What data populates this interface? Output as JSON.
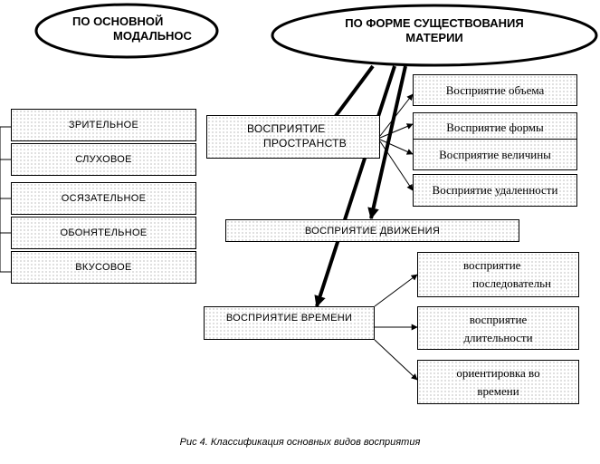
{
  "ellipses": {
    "modality": {
      "line1": "ПО ОСНОВНОЙ",
      "line2": "МОДАЛЬНОС"
    },
    "matter": {
      "line1": "ПО ФОРМЕ СУЩЕСТВОВАНИЯ",
      "line2": "МАТЕРИИ"
    }
  },
  "modality_items": [
    "ЗРИТЕЛЬНОЕ",
    "СЛУХОВОЕ",
    "ОСЯЗАТЕЛЬНОЕ",
    "ОБОНЯТЕЛЬНОЕ",
    "ВКУСОВОЕ"
  ],
  "space": {
    "line1": "ВОСПРИЯТИЕ",
    "line2": "ПРОСТРАНСТВ",
    "items": [
      "Восприятие объема",
      "Восприятие формы",
      "Восприятие величины",
      "Восприятие удаленности"
    ]
  },
  "motion": {
    "label": "ВОСПРИЯТИЕ ДВИЖЕНИЯ"
  },
  "time": {
    "label": "ВОСПРИЯТИЕ ВРЕМЕНИ",
    "items": [
      {
        "line1": "восприятие",
        "line2": "последовательн"
      },
      {
        "line1": "восприятие",
        "line2": "длительности"
      },
      {
        "line1": "ориентировка во",
        "line2": "времени"
      }
    ]
  },
  "caption": "Рис 4. Классификация основных видов восприятия"
}
